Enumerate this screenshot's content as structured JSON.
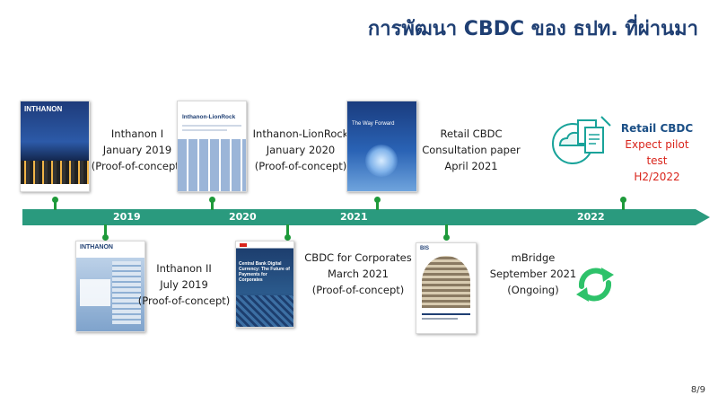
{
  "slide": {
    "title": "การพัฒนา CBDC ของ ธปท. ที่ผ่านมา",
    "page_number": "8/9"
  },
  "timeline": {
    "years": [
      "2019",
      "2020",
      "2021",
      "2022"
    ],
    "color": "#2a9a7e",
    "marker_color": "#1e9a3a"
  },
  "events": {
    "inthanon1": {
      "name": "Inthanon I",
      "date": "January 2019",
      "note": "(Proof-of-concept)",
      "cover_title": "INTHANON"
    },
    "inthanon2": {
      "name": "Inthanon II",
      "date": "July 2019",
      "note": "(Proof-of-concept)",
      "cover_title": "INTHANON"
    },
    "lionrock": {
      "name": "Inthanon-LionRock",
      "date": "January 2020",
      "note": "(Proof-of-concept)",
      "cover_title": "Inthanon-LionRock"
    },
    "corporates": {
      "name": "CBDC for Corporates",
      "date": "March 2021",
      "note": "(Proof-of-concept)",
      "cover_title": "Central Bank Digital Currency: The Future of Payments for Corporates"
    },
    "consultation": {
      "name": "Retail CBDC",
      "line2": "Consultation paper",
      "date": "April 2021",
      "cover_title": "The Way Forward"
    },
    "mbridge": {
      "name": "mBridge",
      "date": "September 2021",
      "note": "(Ongoing)",
      "cover_title": "BIS"
    },
    "retail_pilot": {
      "name": "Retail CBDC",
      "line2": "Expect pilot test",
      "date": "H2/2022"
    }
  },
  "icons": {
    "refresh": "refresh-cycle-icon",
    "documents": "documents-cloud-icon"
  },
  "colors": {
    "title": "#1f3f73",
    "accent_red": "#d9241b",
    "refresh_green": "#2ec26a"
  }
}
